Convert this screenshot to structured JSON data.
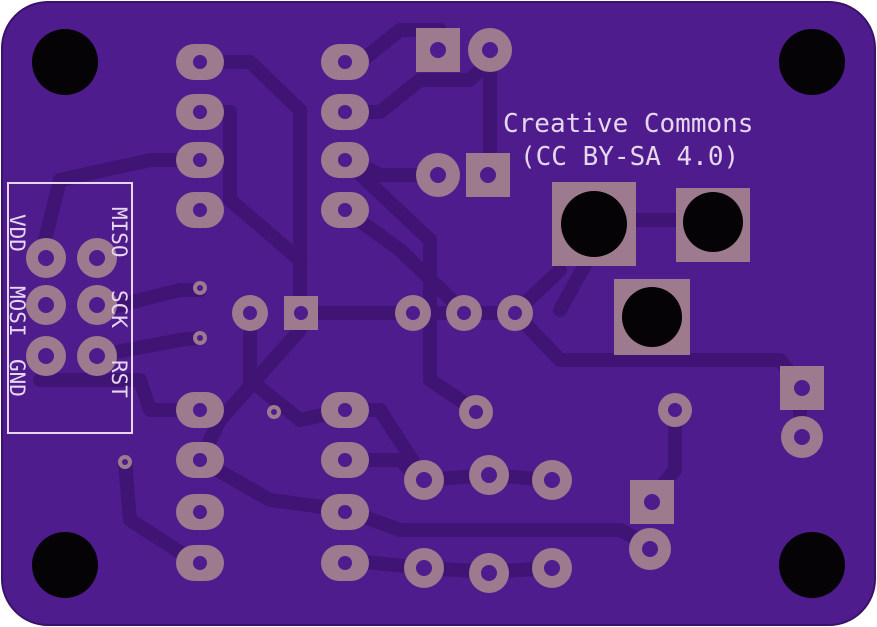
{
  "board": {
    "credit_line1": "Creative Commons",
    "credit_line2": "(CC BY-SA 4.0)"
  },
  "isp_header": {
    "labels": {
      "miso": "MISO",
      "sck": "SCK",
      "rst": "RST",
      "vdd": "VDD",
      "mosi": "MOSI",
      "gnd": "GND"
    }
  },
  "colors": {
    "board": "#4f1c8d",
    "copper_trace": "#3f1474",
    "pad": "#9e7a8f",
    "silkscreen": "#e6d7ee",
    "hole": "#050305"
  }
}
